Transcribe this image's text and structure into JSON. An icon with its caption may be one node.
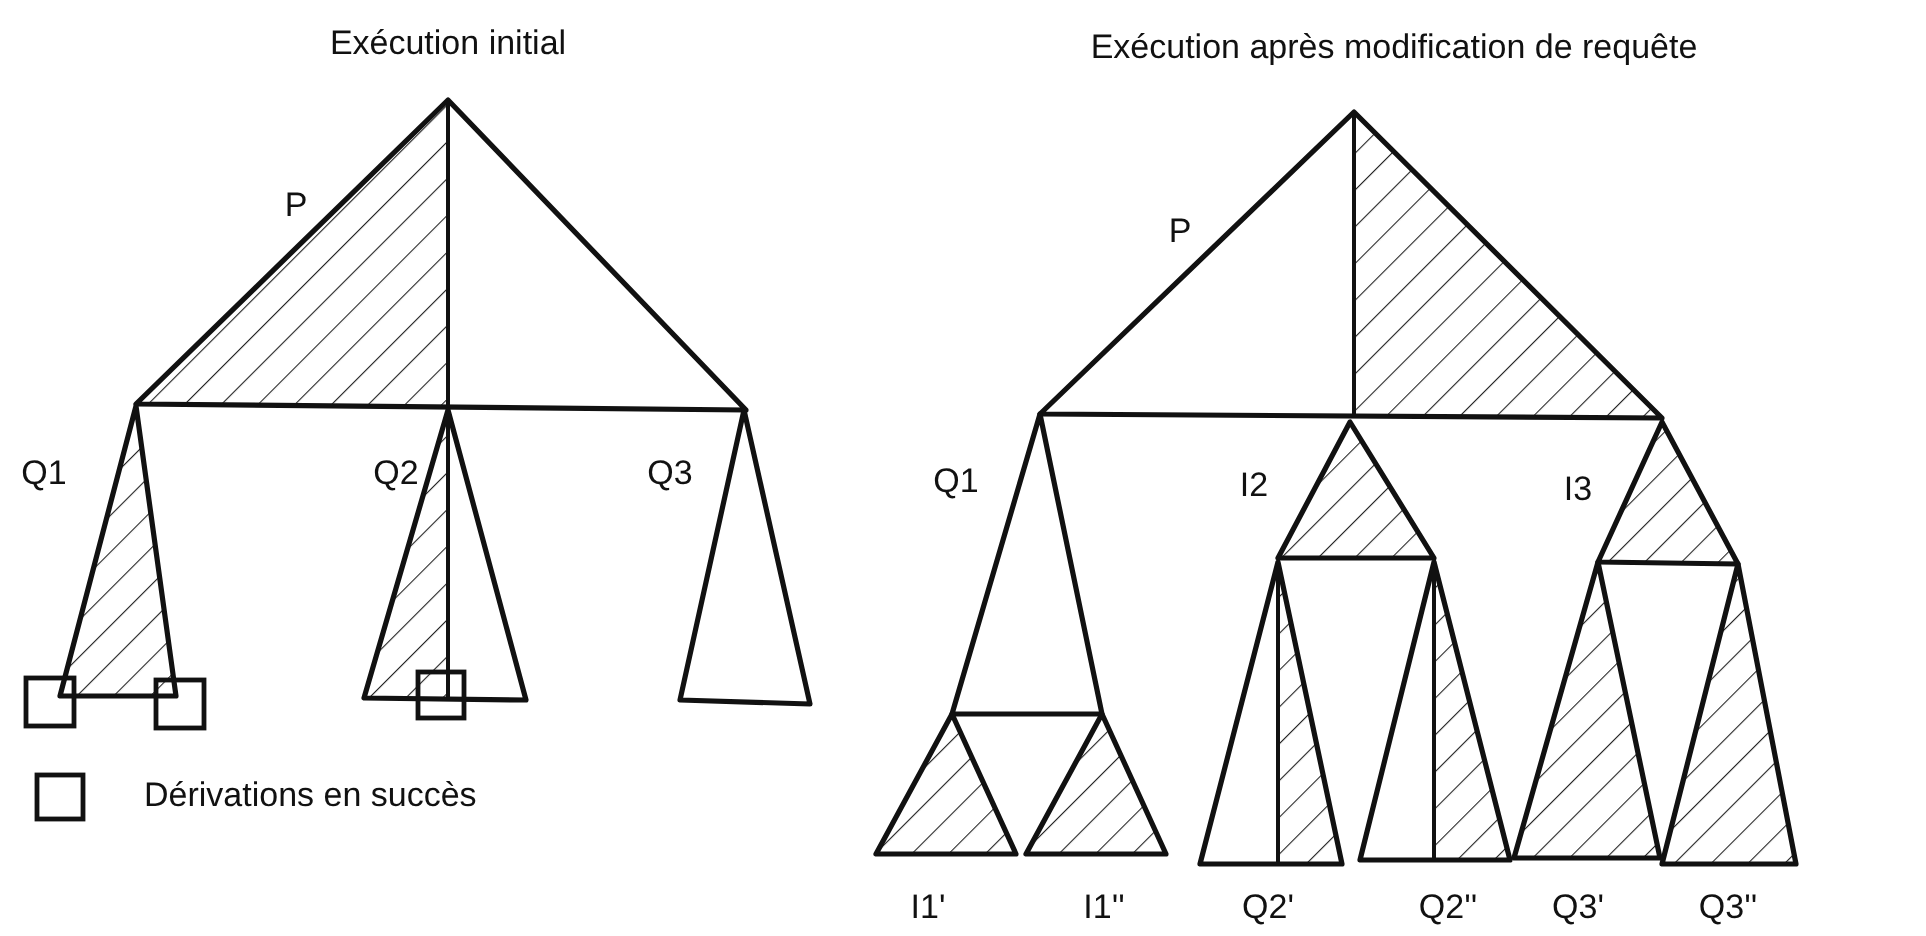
{
  "diagram": {
    "nodes": [
      {
        "text": [
          "P"
        ]
      },
      {
        "text": [
          "Q1"
        ]
      },
      {
        "text": [
          "Q2"
        ]
      },
      {
        "text": [
          "Q3"
        ]
      },
      {
        "text": [
          "P"
        ]
      },
      {
        "text": [
          "Q1"
        ]
      },
      {
        "text": [
          "I2"
        ]
      },
      {
        "text": [
          "I3"
        ]
      },
      {
        "text": [
          "I1'"
        ]
      },
      {
        "text": [
          "I1''"
        ]
      },
      {
        "text": [
          "Q2'"
        ]
      },
      {
        "text": [
          "Q2''"
        ]
      },
      {
        "text": [
          "Q3'"
        ]
      },
      {
        "text": [
          "Q3''"
        ]
      }
    ],
    "labels": [
      "Exécution initial",
      "Exécution après modification de requête"
    ],
    "legend": [
      {
        "text": "Dérivations en succès"
      }
    ]
  }
}
